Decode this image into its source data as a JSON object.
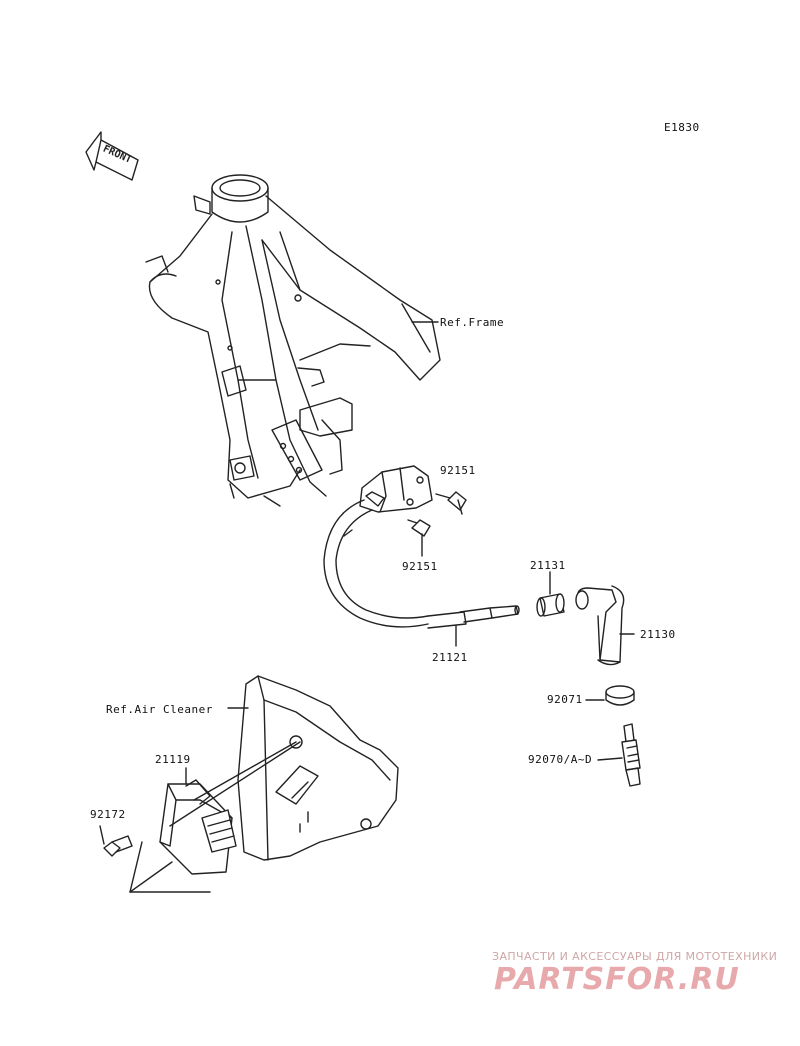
{
  "diagram_code": "E1830",
  "front_arrow_label": "FRONT",
  "references": {
    "frame": "Ref.Frame",
    "air_cleaner": "Ref.Air Cleaner"
  },
  "parts": {
    "bolt_upper": "92151",
    "bolt_lower": "92151",
    "cap_seal": "21131",
    "high_tension_wire": "21121",
    "plug_cap": "21130",
    "spark_plug_gasket": "92071",
    "spark_plug": "92070/A~D",
    "igniter": "21119",
    "igniter_bolt": "92172"
  },
  "watermark": {
    "tagline": "ЗАПЧАСТИ И АКСЕССУАРЫ ДЛЯ МОТОТЕХНИКИ",
    "logo": "PARTSFOR.RU",
    "colors": {
      "tagline": "#cfa6a6",
      "logo": "#e7a9ac"
    }
  }
}
